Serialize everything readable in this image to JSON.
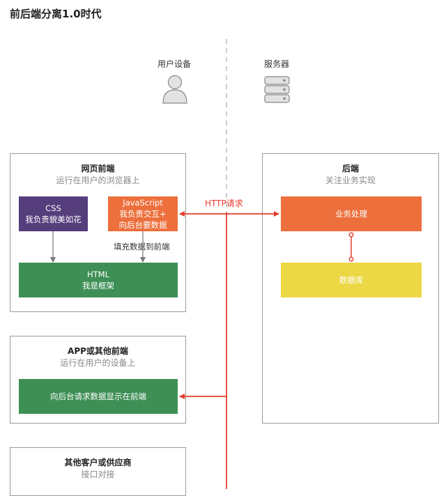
{
  "title": "前后端分离1.0时代",
  "top_labels": {
    "user_device": "用户设备",
    "server": "服务器"
  },
  "web_panel": {
    "title": "网页前端",
    "subtitle": "运行在用户的浏览器上",
    "css_box": {
      "line1": "CSS",
      "line2": "我负责貌美如花"
    },
    "js_box": {
      "line1": "JavaScript",
      "line2": "我负责交互+",
      "line3": "向后台要数据"
    },
    "fill_label": "填充数据到前端",
    "html_box": {
      "line1": "HTML",
      "line2": "我是框架"
    }
  },
  "backend_panel": {
    "title": "后端",
    "subtitle": "关注业务实现",
    "biz_box": "业务处理",
    "db_box": "数据库"
  },
  "http_label": "HTTP请求",
  "app_panel": {
    "title": "APP或其他前端",
    "subtitle": "运行在用户的设备上",
    "request_box": "向后台请求数据显示在前端"
  },
  "client_panel": {
    "title": "其他客户或供应商",
    "subtitle": "接口对接"
  },
  "colors": {
    "css": "#563d7c",
    "javascript": "#ec6f3c",
    "html": "#3e8f55",
    "business": "#ec6f3c",
    "database": "#ecd744",
    "http_line": "#e53e2e"
  },
  "icons": {
    "user": "user-icon",
    "server": "server-icon"
  }
}
